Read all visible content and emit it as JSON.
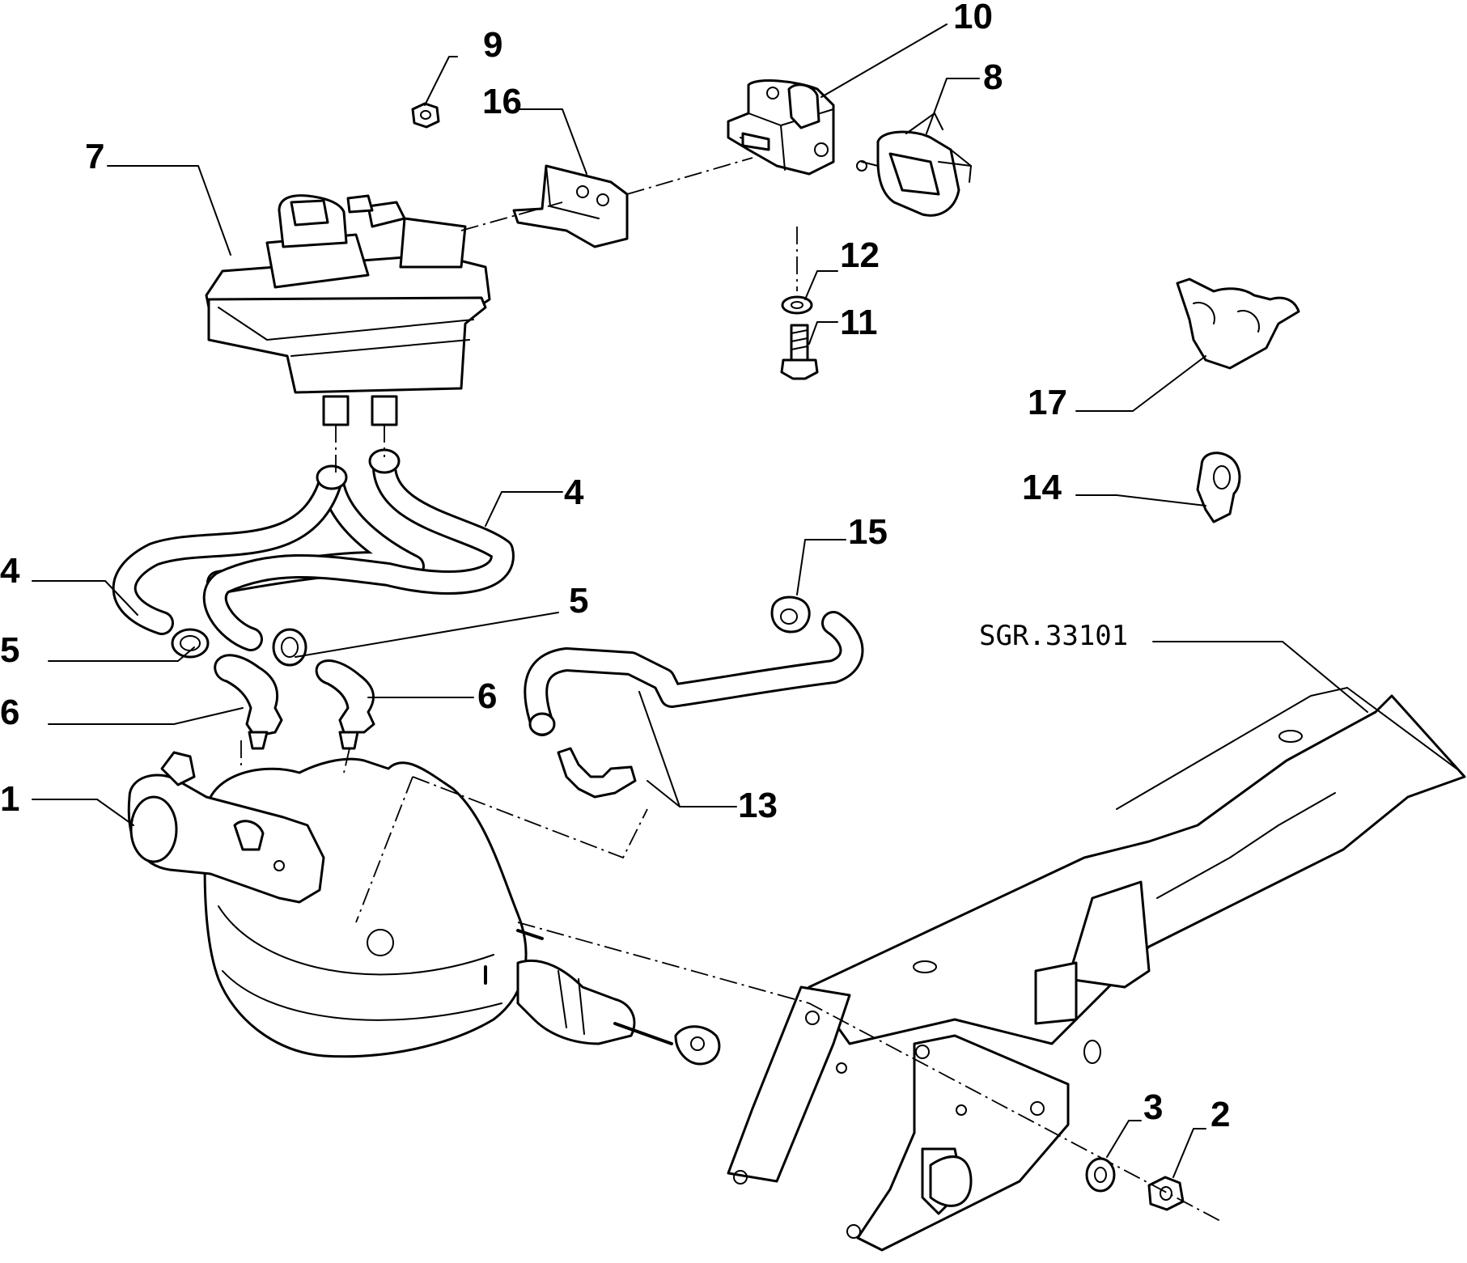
{
  "diagram": {
    "reference_code": "SGR.33101",
    "callouts": [
      "1",
      "2",
      "3",
      "4",
      "4",
      "5",
      "5",
      "6",
      "6",
      "7",
      "8",
      "9",
      "10",
      "11",
      "12",
      "13",
      "14",
      "15",
      "16",
      "17"
    ]
  }
}
